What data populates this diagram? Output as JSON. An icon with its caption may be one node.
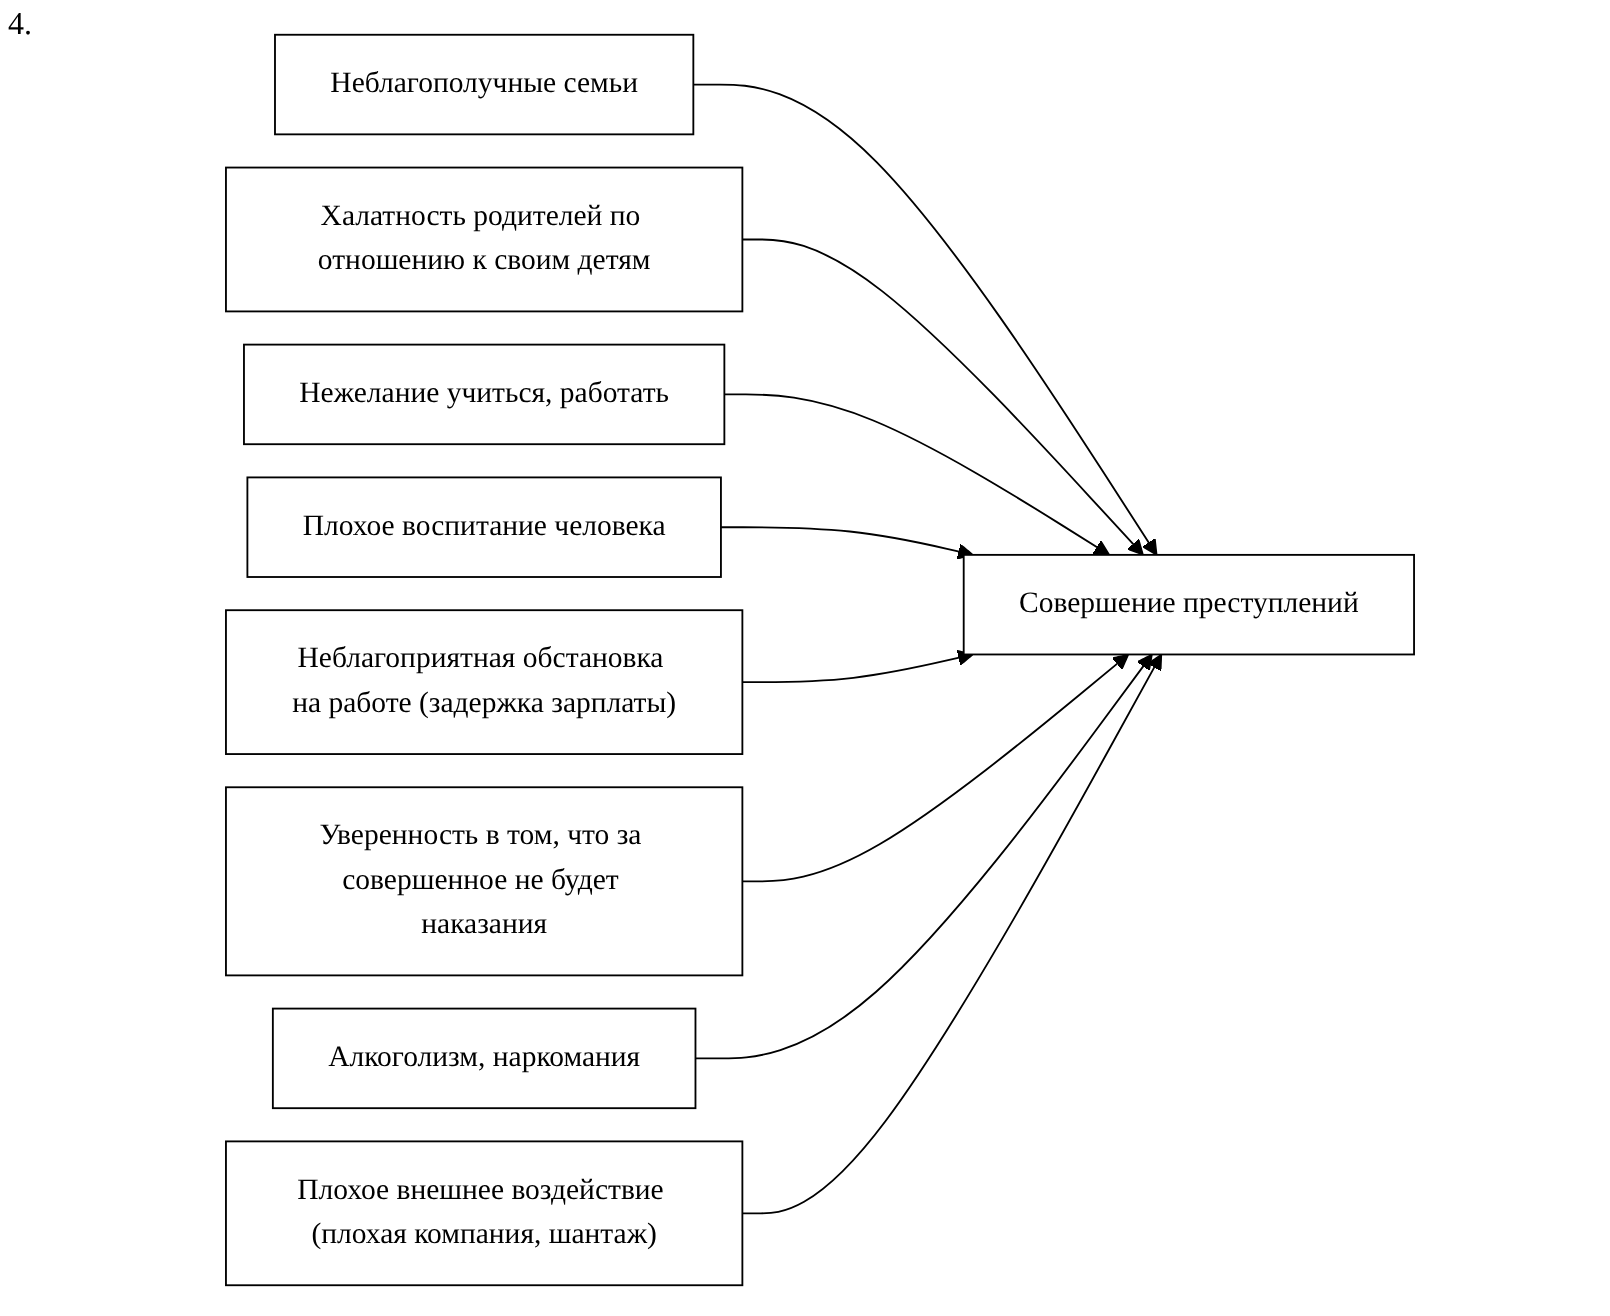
{
  "diagram": {
    "nodes": [
      {
        "text": [
          "Неблагополучные семьи"
        ]
      },
      {
        "text": [
          "Неблагоприятная обстановка на работе (задержка зарплаты)"
        ]
      },
      {
        "text": [
          "Халатность родителей по отношению к своим детям"
        ]
      },
      {
        "text": [
          "Уверенность в том, что за совершенное не будет наказания"
        ]
      },
      {
        "text": [
          "Совершение преступлений"
        ]
      },
      {
        "text": [
          "Нежелание учиться, работать"
        ]
      },
      {
        "text": [
          "Алкоголизм, наркомания"
        ]
      },
      {
        "text": [
          "Плохое воспитание человека"
        ]
      },
      {
        "text": [
          "Плохое внешнее воздействие (плохая компания, шантаж)"
        ]
      }
    ],
    "edges": [
      {
        "from": 0,
        "to": 4,
        "arrow": "to"
      },
      {
        "from": 2,
        "to": 4,
        "arrow": "to"
      },
      {
        "from": 5,
        "to": 4,
        "arrow": "to"
      },
      {
        "from": 7,
        "to": 4,
        "arrow": "to"
      },
      {
        "from": 1,
        "to": 4,
        "arrow": "to"
      },
      {
        "from": 3,
        "to": 4,
        "arrow": "to"
      },
      {
        "from": 6,
        "to": 4,
        "arrow": "to"
      },
      {
        "from": 8,
        "to": 4,
        "arrow": "to"
      }
    ],
    "labels": [
      "4."
    ]
  }
}
